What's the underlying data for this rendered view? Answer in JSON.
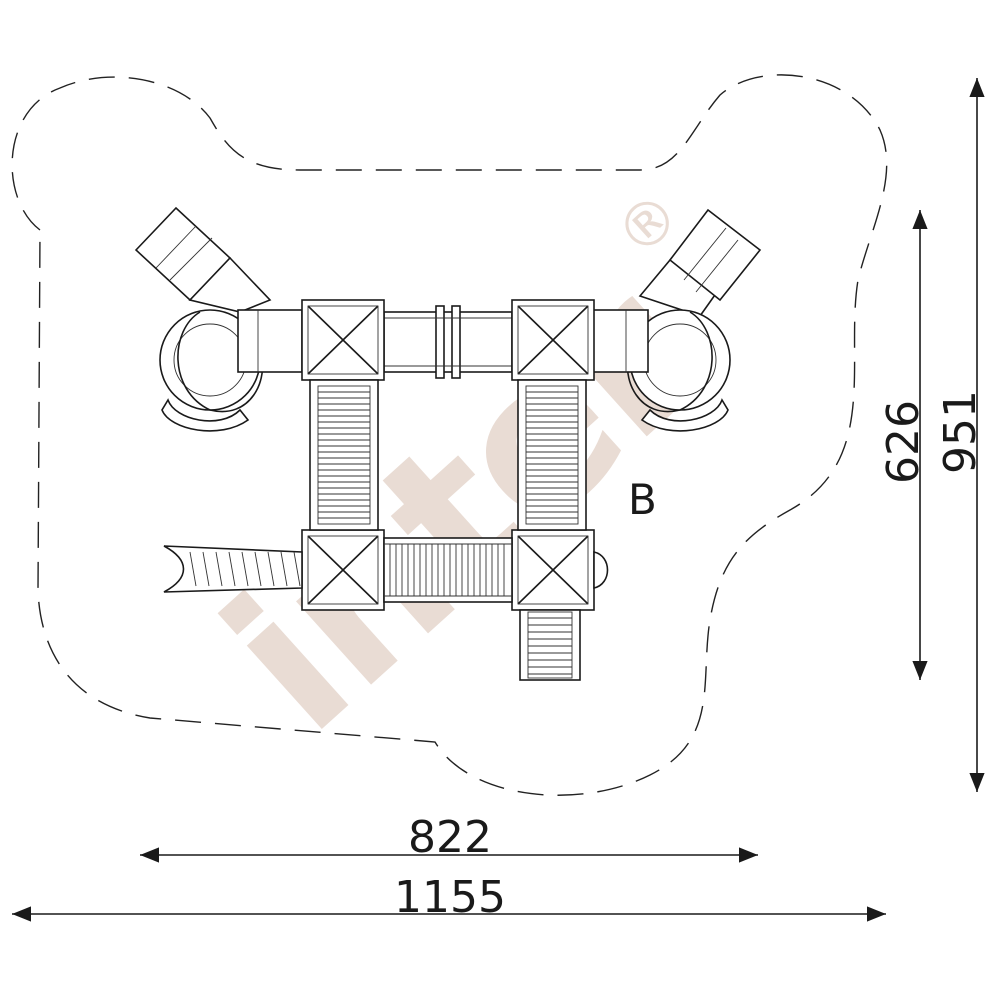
{
  "drawing": {
    "zone_label": "B",
    "watermark_text": "inter",
    "watermark_mark": "®",
    "watermark_color": "#e9dcd4"
  },
  "dimensions": {
    "width_inner": "822",
    "width_outer": "1155",
    "height_inner": "626",
    "height_outer": "951"
  }
}
